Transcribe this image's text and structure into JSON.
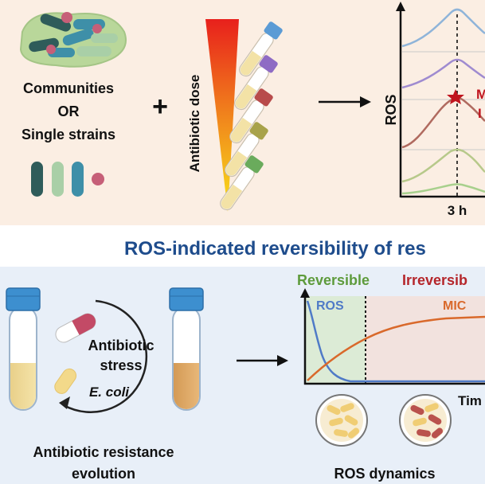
{
  "top": {
    "background": "#fbeee3",
    "left_label": {
      "line1": "Communities",
      "line2": "OR",
      "line3": "Single strains"
    },
    "plus": "+",
    "dose_label": "Antibiotic dose",
    "ros_axis_label": "ROS",
    "time_tick": "3 h",
    "annotation_partial": "M",
    "annotation_partial2": "I",
    "marker_color": "#c0141e",
    "tube_cap_colors": [
      "#5b9bd5",
      "#8e6bc4",
      "#b84b4b",
      "#a8a24a",
      "#6aab5c"
    ],
    "curve_colors": [
      "#8fb4d9",
      "#9f8bd0",
      "#b06a5f",
      "#b7c98a",
      "#a8d08d"
    ]
  },
  "title": "ROS-indicated reversibility of res",
  "title_color": "#1e4c8c",
  "bottom": {
    "background": "#e8eff8",
    "cycle_text": {
      "line1": "Antibiotic",
      "line2": "stress",
      "line3": "E. coli"
    },
    "caption_left": {
      "line1": "Antibiotic resistance",
      "line2": "evolution"
    },
    "reversible_label": "Reversible",
    "irreversible_label": "Irreversib",
    "reversible_color": "#5e9b3c",
    "irreversible_color": "#b5262b",
    "ros_legend": "ROS",
    "ros_color": "#4f7ac7",
    "mic_legend": "MIC",
    "mic_color": "#d9692b",
    "time_axis_label": "Tim",
    "caption_right": "ROS dynamics"
  }
}
